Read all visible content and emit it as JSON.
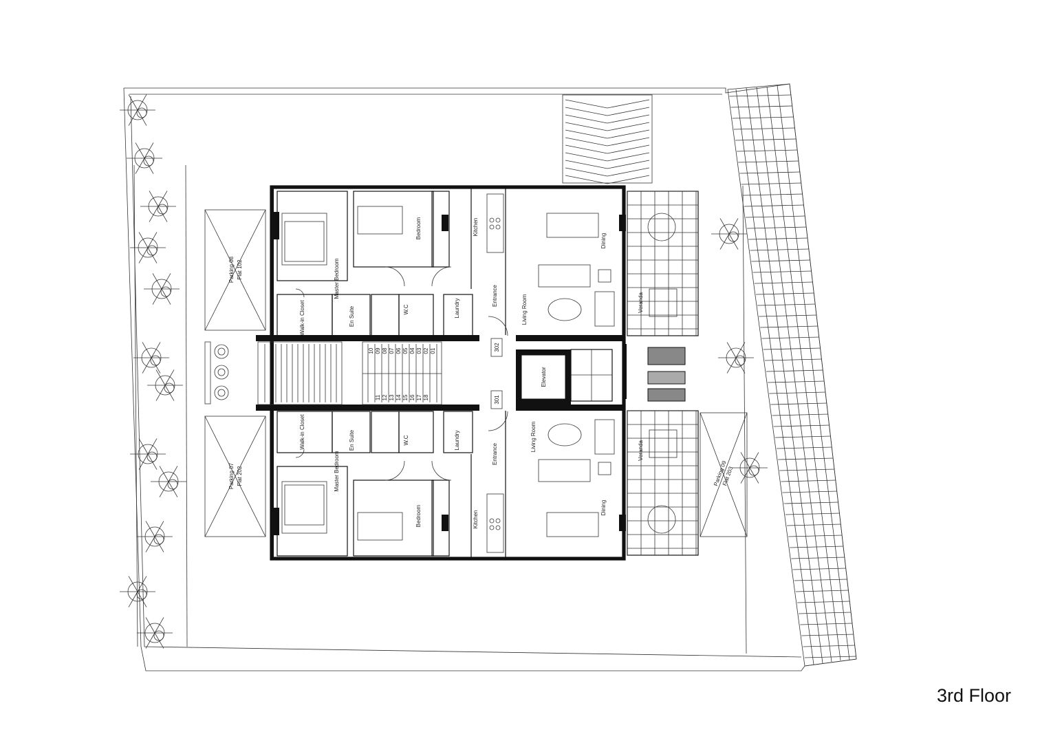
{
  "title": "3rd Floor",
  "unit_numbers": [
    "302",
    "301"
  ],
  "rooms": {
    "master_bedroom": "Master Bedroom",
    "bedroom": "Bedroom",
    "kitchen": "Kitchen",
    "dining": "Dining",
    "living_room": "Living Room",
    "entrance": "Entrance",
    "walk_in_closet": "Walk-in Closet",
    "en_suite": "En Suite",
    "wc": "W.C",
    "laundry": "Laundry",
    "veranda": "Veranda",
    "elevator": "Elevator"
  },
  "parking": {
    "p08_line1": "Parking 08",
    "p08_line2": "Flat 102",
    "p07_line1": "Parking 07",
    "p07_line2": "Flat 202",
    "p09_line1": "Parking 09",
    "p09_line2": "Flat 203"
  },
  "stair_steps_upper": [
    "01",
    "02",
    "03",
    "04",
    "05",
    "06",
    "07",
    "08",
    "09",
    "10"
  ],
  "stair_steps_lower": [
    "11",
    "12",
    "13",
    "14",
    "15",
    "16",
    "17",
    "18"
  ]
}
